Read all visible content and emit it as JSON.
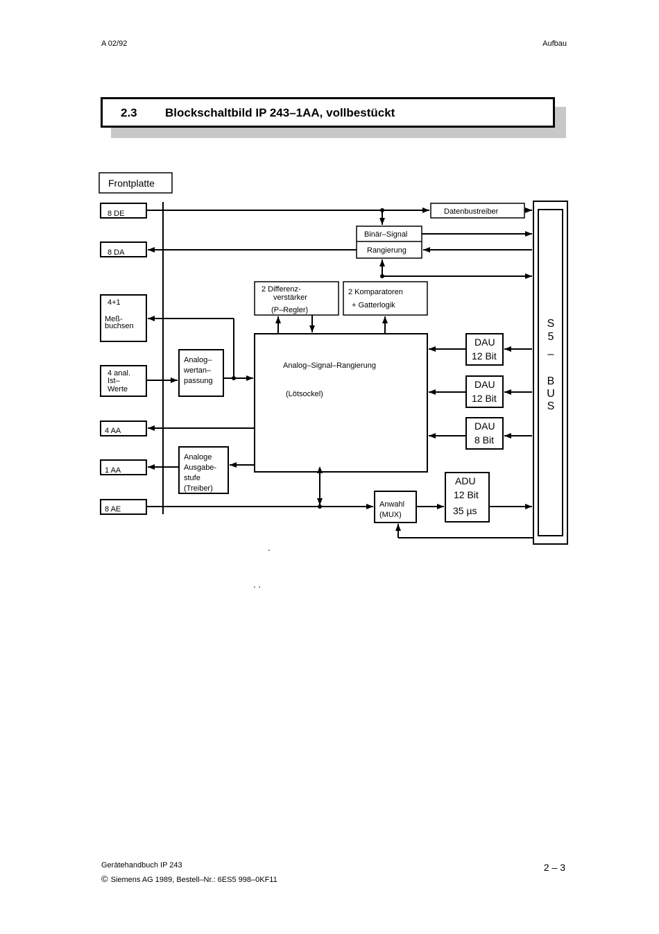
{
  "header": {
    "left": "A  02/92",
    "right": "Aufbau"
  },
  "section": {
    "number": "2.3",
    "title": "Blockschaltbild IP 243–1AA, vollbestückt"
  },
  "diagram": {
    "frontplatte": "Frontplatte",
    "inputs": {
      "de8": "8 DE",
      "da8": "8 DA",
      "mess_line1": "4+1",
      "mess_line2": "Meß-",
      "mess_line3": "buchsen",
      "anal_line1": "4 anal.",
      "anal_line2": "Ist–",
      "anal_line3": "Werte",
      "aa4": "4 AA",
      "aa1": "1 AA",
      "ae8": "8 AE"
    },
    "blocks": {
      "datenbustreiber": "Datenbustreiber",
      "binaer_line1": "Binär–Signal",
      "binaer_line2": "Rangierung",
      "diff_line1": "2  Differenz-",
      "diff_line2": "verstärker",
      "diff_line3": "(P–Regler)",
      "komp_line1": "2 Komparatoren",
      "komp_line2": "+ Gatterlogik",
      "anpass_line1": "Analog–",
      "anpass_line2": "wertan–",
      "anpass_line3": "passung",
      "rang_line1": "Analog–Signal–Rangierung",
      "rang_line2": "(Lötsockel)",
      "ausg_line1": "Analoge",
      "ausg_line2": "Ausgabe-",
      "ausg_line3": "stufe",
      "ausg_line4": "(Treiber)",
      "dau1_line1": "DAU",
      "dau1_line2": "12 Bit",
      "dau2_line1": "DAU",
      "dau2_line2": "12 Bit",
      "dau3_line1": "DAU",
      "dau3_line2": "8 Bit",
      "adu_line1": "ADU",
      "adu_line2": "12 Bit",
      "adu_line3": "35 µs",
      "mux_line1": "Anwahl",
      "mux_line2": "(MUX)",
      "bus_letters": [
        "S",
        "5",
        "–",
        "B",
        "U",
        "S"
      ]
    }
  },
  "footer": {
    "left_line1": "Gerätehandbuch IP 243",
    "copyright_symbol": "©",
    "left_line2": "Siemens AG 1989, Bestell–Nr.: 6ES5 998–0KF11",
    "page": "2 – 3"
  }
}
